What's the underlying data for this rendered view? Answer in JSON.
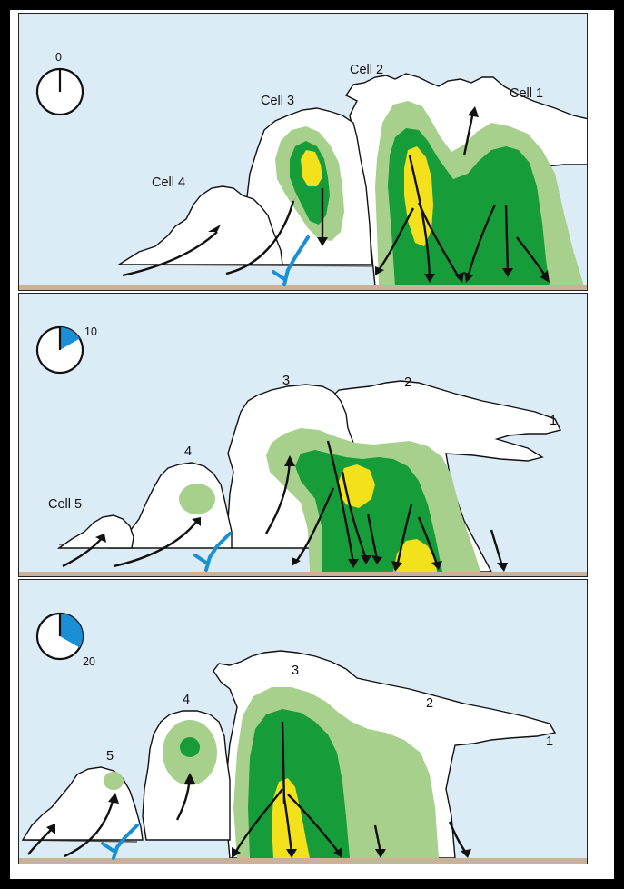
{
  "panels": [
    {
      "clock_label": "0",
      "clock_fraction": 0,
      "cells": [
        "Cell 1",
        "Cell 2",
        "Cell 3",
        "Cell 4"
      ]
    },
    {
      "clock_label": "10",
      "clock_fraction": 0.1667,
      "cells": [
        "1",
        "2",
        "3",
        "4",
        "Cell 5"
      ]
    },
    {
      "clock_label": "20",
      "clock_fraction": 0.3333,
      "cells": [
        "1",
        "2",
        "3",
        "4",
        "5"
      ]
    }
  ],
  "colors": {
    "sky": "#dcecf7",
    "ground": "#c8b39a",
    "cloud": "#ffffff",
    "light_green": "#a8d08d",
    "dark_green": "#179c3a",
    "yellow": "#f2e11b",
    "gust_front": "#1a8fd6",
    "clock_fill": "#1a8fd6"
  }
}
